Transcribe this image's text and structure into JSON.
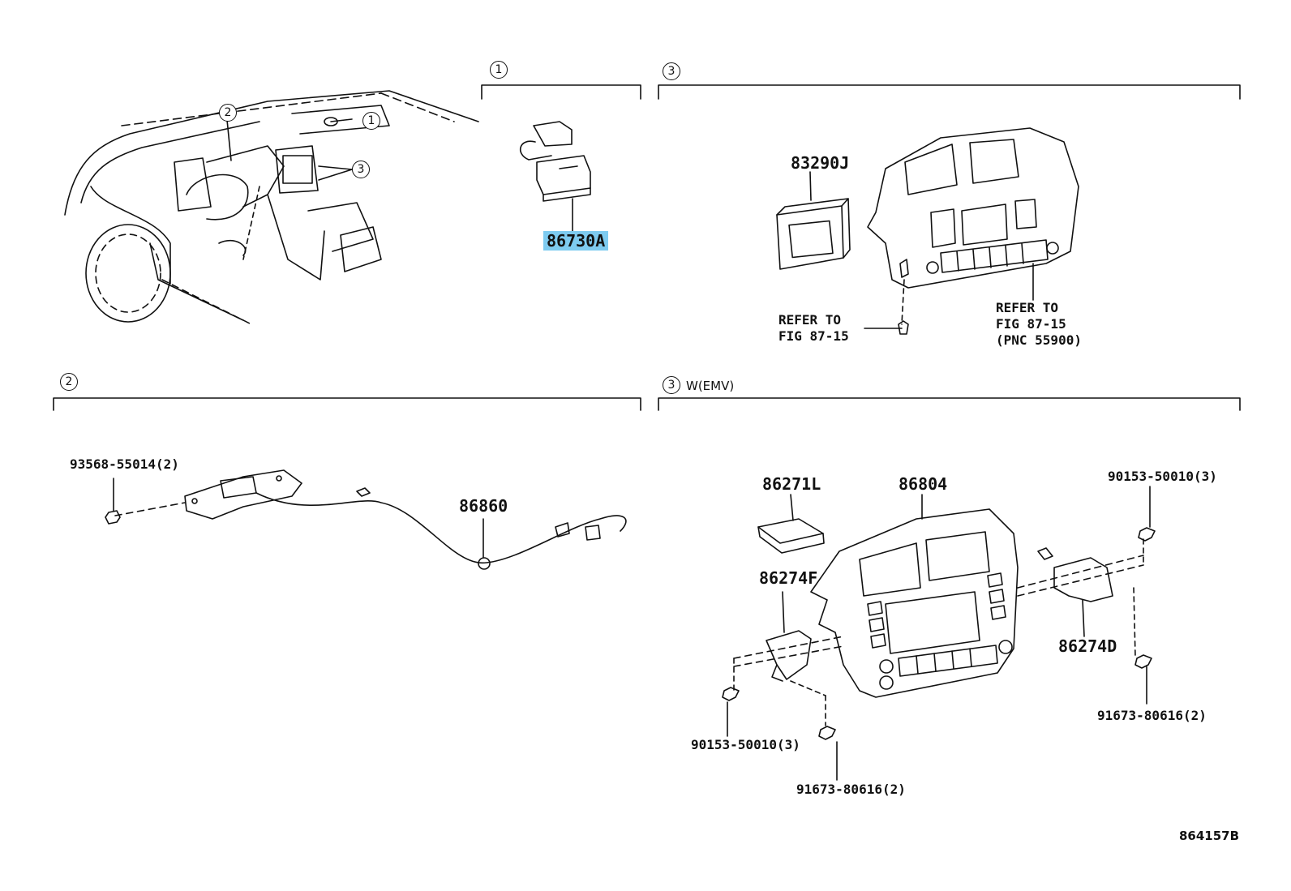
{
  "section_markers": {
    "top_mid": "1",
    "top_right": "3",
    "bottom_left": "2",
    "bottom_right": "3",
    "overview_1": "1",
    "overview_2": "2",
    "overview_3": "3"
  },
  "bottom_right_variant": "W(EMV)",
  "parts": {
    "p86730A": "86730A",
    "p83290J": "83290J",
    "p93568": "93568-55014(2)",
    "p86860": "86860",
    "p86271L": "86271L",
    "p86804": "86804",
    "p86274F": "86274F",
    "p86274D": "86274D",
    "p90153_r": "90153-50010(3)",
    "p90153_l": "90153-50010(3)",
    "p91673_r": "91673-80616(2)",
    "p91673_b": "91673-80616(2)"
  },
  "refs": {
    "ref_left": "REFER TO\nFIG 87-15",
    "ref_right": "REFER TO\nFIG 87-15\n(PNC 55900)"
  },
  "figure_code": "864157B",
  "colors": {
    "highlight": "#7ecbf0",
    "ink": "#111111"
  }
}
